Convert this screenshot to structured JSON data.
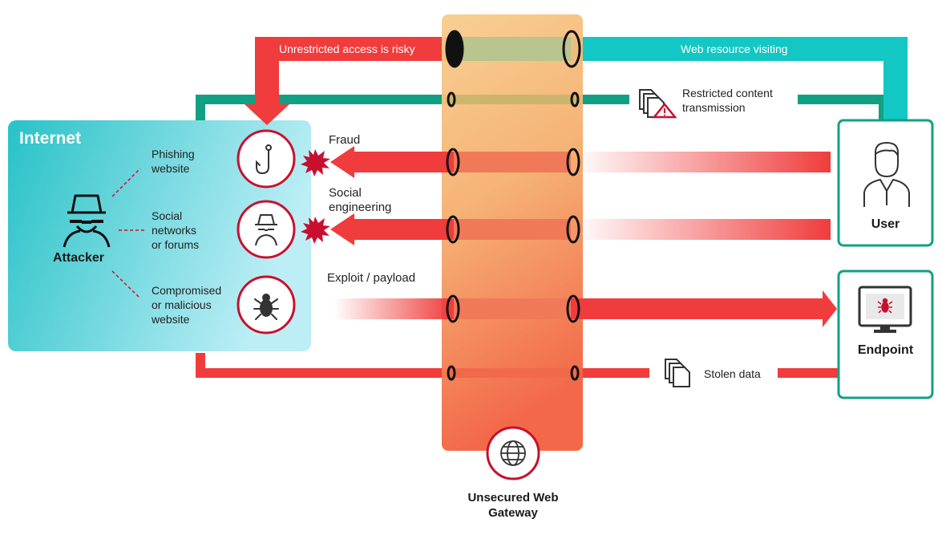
{
  "internet": {
    "title": "Internet"
  },
  "attacker": {
    "label": "Attacker"
  },
  "sources": [
    {
      "label": "Phishing\nwebsite",
      "icon": "fishing-hook-icon"
    },
    {
      "label": "Social\nnetworks\nor forums",
      "icon": "spy-icon"
    },
    {
      "label": "Compromised\nor malicious\nwebsite",
      "icon": "bug-icon"
    }
  ],
  "flows": {
    "unrestricted": "Unrestricted access is risky",
    "web_visiting": "Web resource visiting",
    "restricted": "Restricted content\ntransmission",
    "fraud": "Fraud",
    "social": "Social\nengineering",
    "exploit": "Exploit / payload",
    "stolen": "Stolen data"
  },
  "user": {
    "label": "User"
  },
  "endpoint": {
    "label": "Endpoint"
  },
  "gateway": {
    "label": "Unsecured Web\nGateway"
  },
  "colors": {
    "red": "#f03c3c",
    "teal": "#12c7c4",
    "darkteal": "#12a085",
    "gateway_top": "#f7c98a",
    "gateway_bottom": "#f46a4c",
    "internet_left": "#2cc5c9",
    "internet_right": "#b8ecf4"
  }
}
